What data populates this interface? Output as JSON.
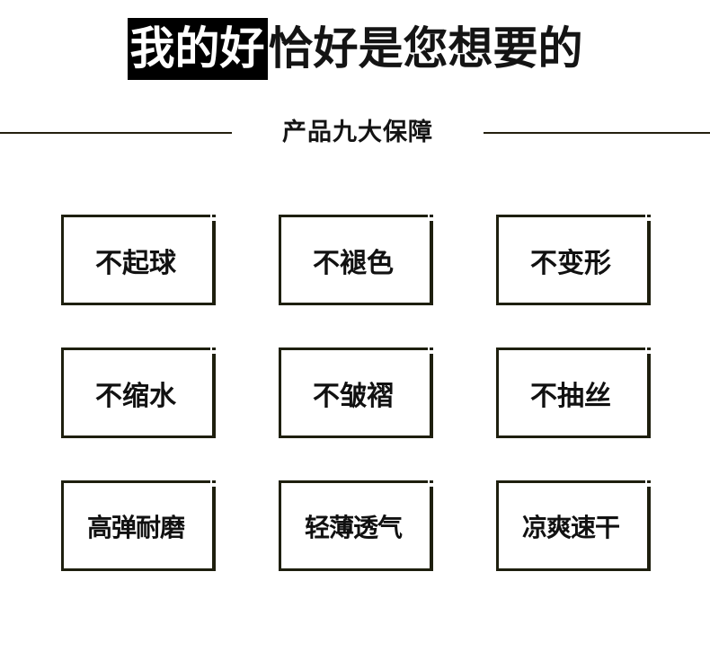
{
  "header": {
    "title_highlight": "我的好",
    "title_rest": "恰好是您想要的",
    "subtitle": "产品九大保障"
  },
  "colors": {
    "border": "#1e1f0e",
    "text": "#111111",
    "highlight_bg": "#000000",
    "highlight_fg": "#ffffff",
    "background": "#ffffff",
    "rule": "#241f0e"
  },
  "features": [
    {
      "label": "不起球",
      "chars": 3
    },
    {
      "label": "不褪色",
      "chars": 3
    },
    {
      "label": "不变形",
      "chars": 3
    },
    {
      "label": "不缩水",
      "chars": 3
    },
    {
      "label": "不皱褶",
      "chars": 3
    },
    {
      "label": "不抽丝",
      "chars": 3
    },
    {
      "label": "高弹耐磨",
      "chars": 4
    },
    {
      "label": "轻薄透气",
      "chars": 4
    },
    {
      "label": "凉爽速干",
      "chars": 4
    }
  ]
}
